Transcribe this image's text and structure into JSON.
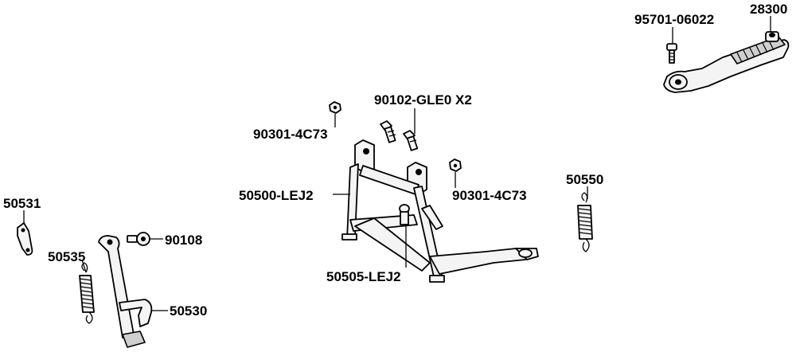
{
  "labels": {
    "p95701": "95701-06022",
    "p28300": "28300",
    "p90102": "90102-GLE0 X2",
    "p90301a": "90301-4C73",
    "p90301b": "90301-4C73",
    "p50500": "50500-LEJ2",
    "p50550": "50550",
    "p50531": "50531",
    "p90108": "90108",
    "p50535": "50535",
    "p50505": "50505-LEJ2",
    "p50530": "50530"
  }
}
